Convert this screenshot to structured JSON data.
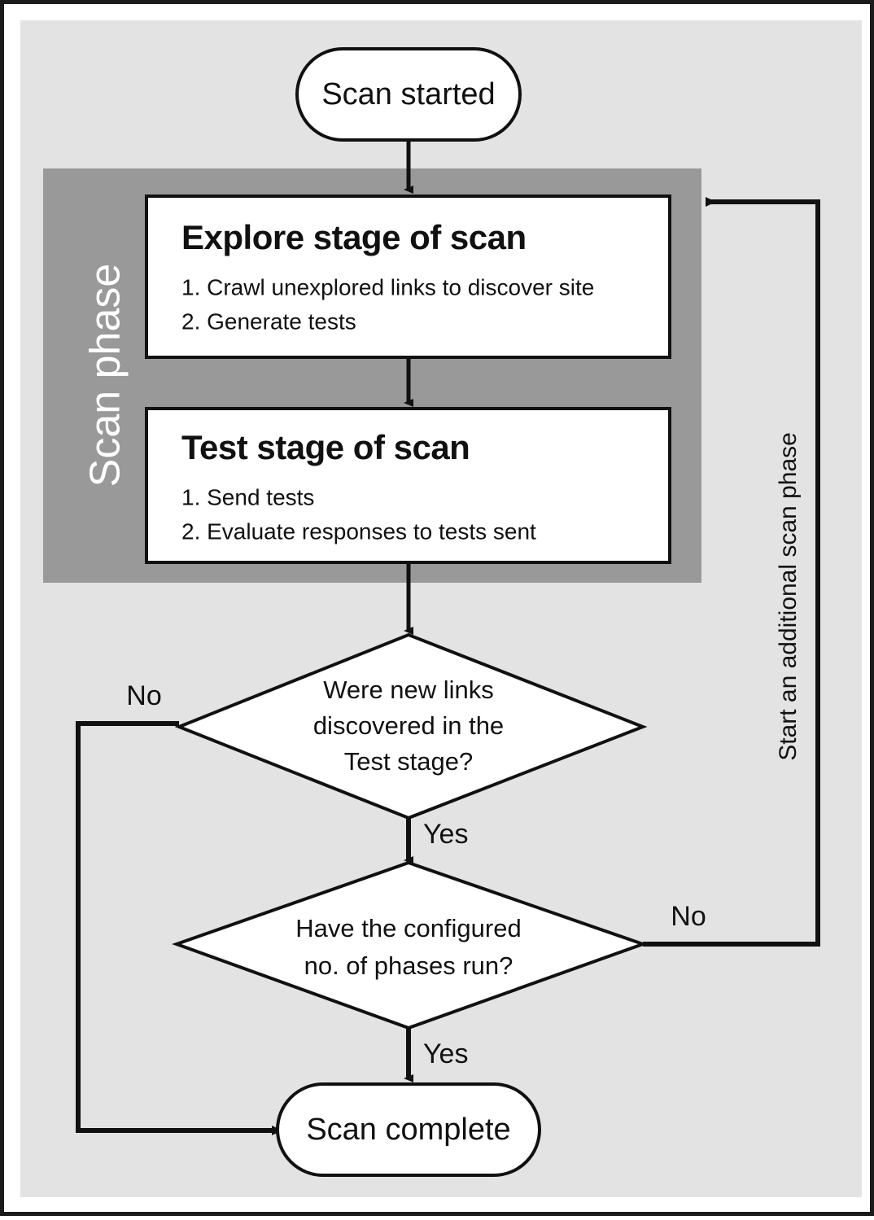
{
  "figure": {
    "background_color": "#e3e3e3",
    "border_color": "#1b1b1b",
    "swimlane_color": "#999999",
    "node_fill": "#ffffff",
    "stroke_color": "#111111"
  },
  "swimlane": {
    "label": "Scan phase"
  },
  "nodes": {
    "start": {
      "label": "Scan started"
    },
    "explore_stage": {
      "title": "Explore stage of scan",
      "steps": [
        "1. Crawl unexplored links to discover site",
        "2. Generate tests"
      ]
    },
    "test_stage": {
      "title": "Test stage of scan",
      "steps": [
        "1. Send tests",
        "2. Evaluate responses to tests sent"
      ]
    },
    "decision_new_links": {
      "lines": [
        "Were new links",
        "discovered in the",
        "Test stage?"
      ]
    },
    "decision_phases_run": {
      "lines": [
        "Have the configured",
        "no. of phases run?"
      ]
    },
    "end": {
      "label": "Scan complete"
    }
  },
  "edges": {
    "new_links_no": "No",
    "new_links_yes": "Yes",
    "phases_run_no": "No",
    "phases_run_yes": "Yes",
    "loop_back": "Start an additional scan phase"
  }
}
